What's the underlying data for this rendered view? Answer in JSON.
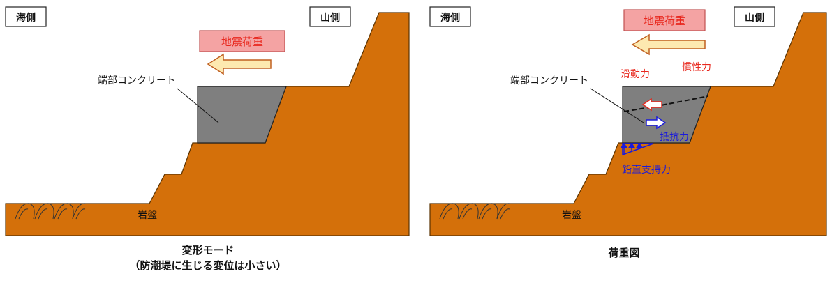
{
  "left_panel": {
    "sea_side": "海側",
    "mountain_side": "山側",
    "seismic_load": "地震荷重",
    "end_concrete": "端部コンクリート",
    "bedrock": "岩盤",
    "caption_line1": "変形モード",
    "caption_line2": "（防潮堤に生じる変位は小さい）"
  },
  "right_panel": {
    "sea_side": "海側",
    "mountain_side": "山側",
    "seismic_load": "地震荷重",
    "inertial_force": "慣性力",
    "sliding_force": "滑動力",
    "end_concrete": "端部コンクリート",
    "resistance": "抵抗力",
    "vertical_bearing": "鉛直支持力",
    "bedrock": "岩盤",
    "caption": "荷重図"
  },
  "colors": {
    "ground": "#d4700a",
    "concrete": "#7f7f7f",
    "load_box": "#f4a3a3",
    "load_arrow": "#fde9b0",
    "red_text": "#e8281e",
    "blue": "#1a1adc"
  }
}
